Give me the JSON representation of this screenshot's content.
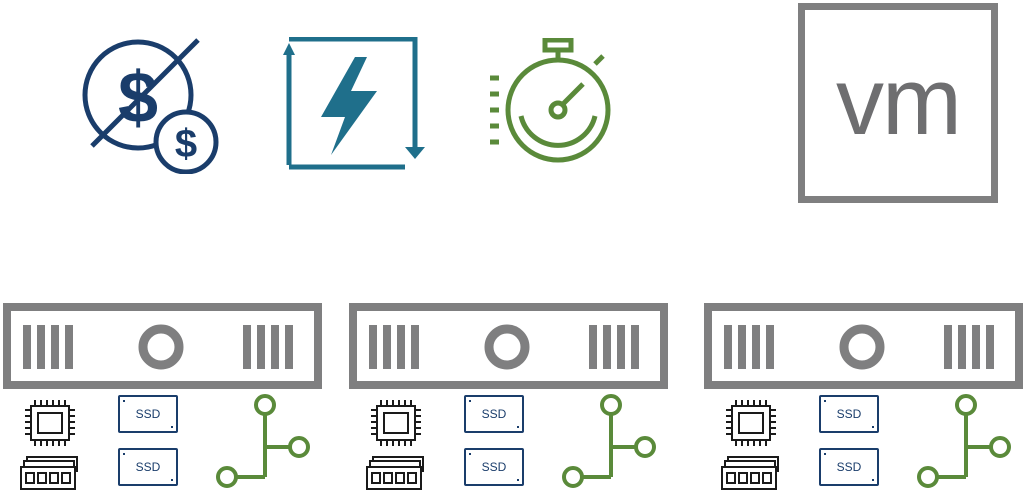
{
  "icons": {
    "cost": {
      "name": "no-cost-dollar-icon",
      "color": "#1a3d6b"
    },
    "power": {
      "name": "lightning-refresh-icon",
      "color": "#1f6f8b"
    },
    "speed": {
      "name": "stopwatch-speed-icon",
      "color": "#5a8a3a"
    }
  },
  "vm": {
    "label": "vm",
    "border_color": "#7f7f80"
  },
  "servers": [
    {
      "ssd_top": "SSD",
      "ssd_bottom": "SSD"
    },
    {
      "ssd_top": "SSD",
      "ssd_bottom": "SSD"
    },
    {
      "ssd_top": "SSD",
      "ssd_bottom": "SSD"
    }
  ],
  "colors": {
    "server_gray": "#7f7f80",
    "network_green": "#5a8a3a",
    "ssd_blue": "#1a3d6b",
    "chip_black": "#1a1a1a"
  }
}
